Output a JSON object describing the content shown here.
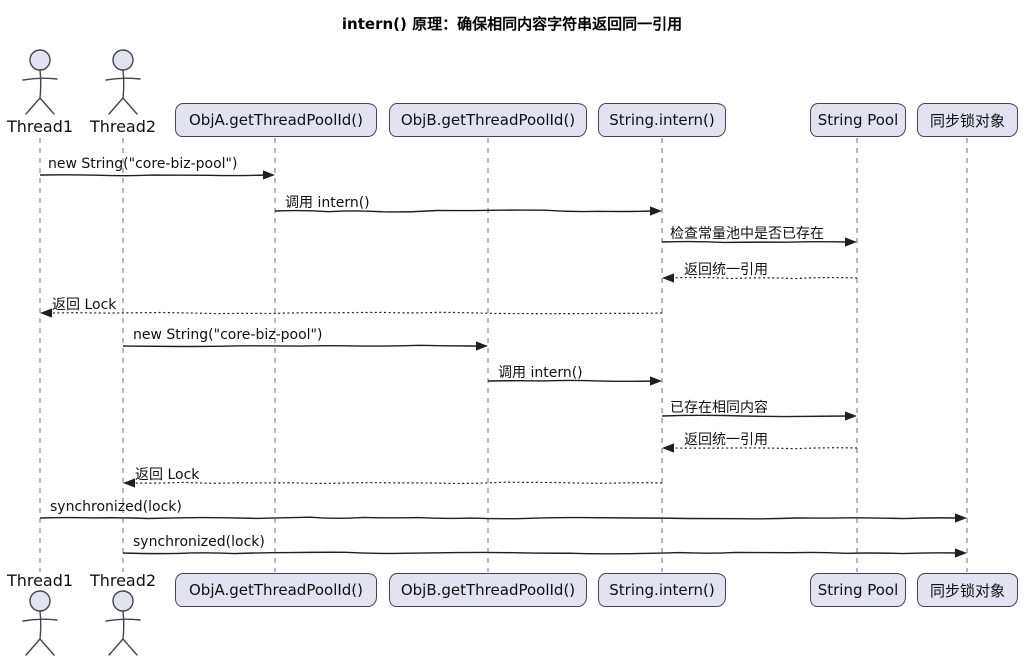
{
  "title": "intern() 原理：确保相同内容字符串返回同一引用",
  "diagram": {
    "type": "sequence",
    "actors": [
      {
        "name": "Thread1"
      },
      {
        "name": "Thread2"
      }
    ],
    "participants": [
      {
        "name": "ObjA.getThreadPoolId()"
      },
      {
        "name": "ObjB.getThreadPoolId()"
      },
      {
        "name": "String.intern()"
      },
      {
        "name": "String Pool"
      },
      {
        "name": "同步锁对象"
      }
    ],
    "messages": [
      {
        "from": "Thread1",
        "to": "ObjA.getThreadPoolId()",
        "label": "new String(\"core-biz-pool\")",
        "line": "solid"
      },
      {
        "from": "ObjA.getThreadPoolId()",
        "to": "String.intern()",
        "label": "调用 intern()",
        "line": "solid"
      },
      {
        "from": "String.intern()",
        "to": "String Pool",
        "label": "检查常量池中是否已存在",
        "line": "solid"
      },
      {
        "from": "String Pool",
        "to": "String.intern()",
        "label": "返回统一引用",
        "line": "dotted"
      },
      {
        "from": "String.intern()",
        "to": "Thread1",
        "label": "返回 Lock",
        "line": "dotted"
      },
      {
        "from": "Thread2",
        "to": "ObjB.getThreadPoolId()",
        "label": "new String(\"core-biz-pool\")",
        "line": "solid"
      },
      {
        "from": "ObjB.getThreadPoolId()",
        "to": "String.intern()",
        "label": "调用 intern()",
        "line": "solid"
      },
      {
        "from": "String.intern()",
        "to": "String Pool",
        "label": "已存在相同内容",
        "line": "solid"
      },
      {
        "from": "String Pool",
        "to": "String.intern()",
        "label": "返回统一引用",
        "line": "dotted"
      },
      {
        "from": "String.intern()",
        "to": "Thread2",
        "label": "返回 Lock",
        "line": "dotted"
      },
      {
        "from": "Thread1",
        "to": "同步锁对象",
        "label": "synchronized(lock)",
        "line": "solid"
      },
      {
        "from": "Thread2",
        "to": "同步锁对象",
        "label": "synchronized(lock)",
        "line": "solid"
      }
    ],
    "colors": {
      "box_fill": "#E2E2F0",
      "box_border": "#45454f",
      "line": "#1f1f1f",
      "lifeline": "#707070",
      "text": "#101010"
    }
  }
}
